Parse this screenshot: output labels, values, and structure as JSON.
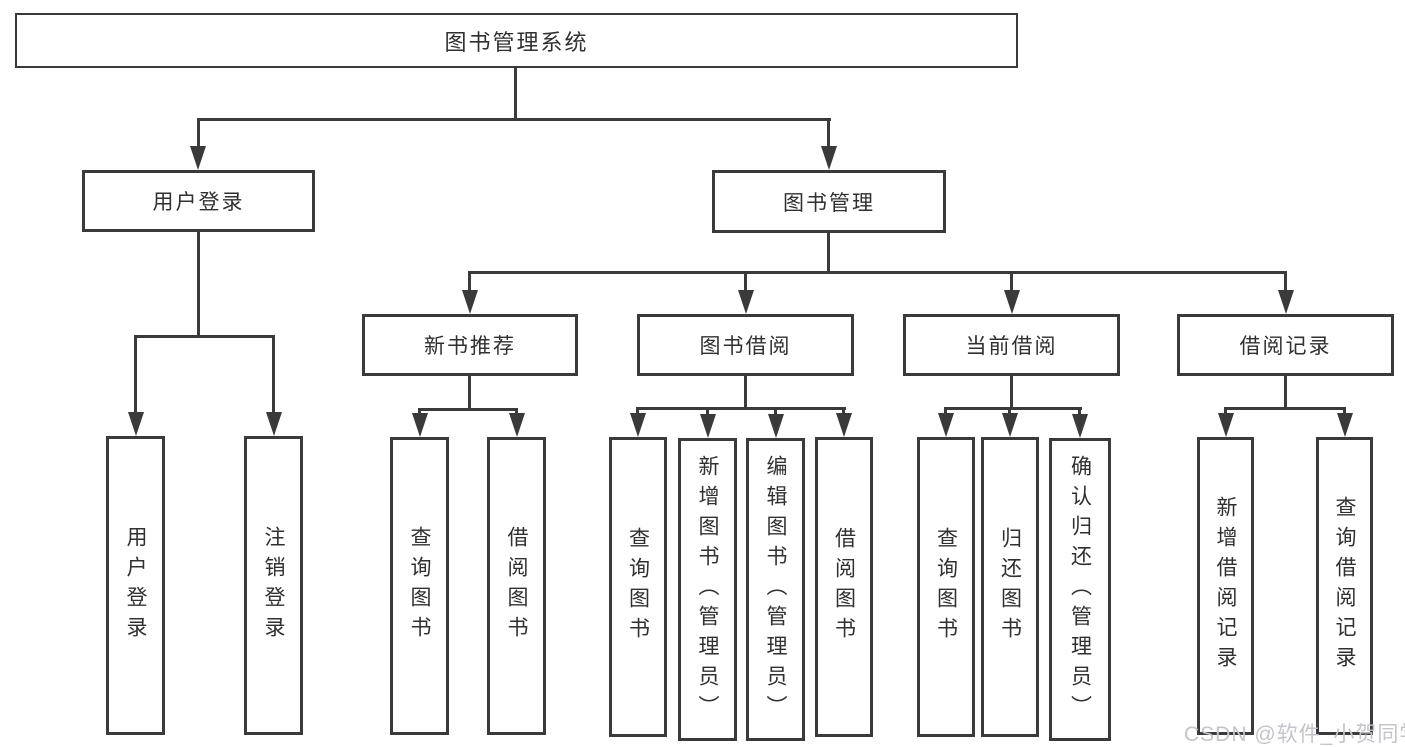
{
  "diagram": {
    "title": "图书管理系统",
    "root": {
      "label": "图书管理系统"
    },
    "user_login": {
      "label": "用户登录",
      "children": [
        {
          "label": "用户登录"
        },
        {
          "label": "注销登录"
        }
      ]
    },
    "book_mgmt": {
      "label": "图书管理"
    },
    "new_book": {
      "label": "新书推荐",
      "children": [
        {
          "label": "查询图书"
        },
        {
          "label": "借阅图书"
        }
      ]
    },
    "borrow": {
      "label": "图书借阅",
      "children": [
        {
          "label": "查询图书"
        },
        {
          "label": "新增图书（管理员）"
        },
        {
          "label": "编辑图书（管理员）"
        },
        {
          "label": "借阅图书"
        }
      ]
    },
    "current": {
      "label": "当前借阅",
      "children": [
        {
          "label": "查询图书"
        },
        {
          "label": "归还图书"
        },
        {
          "label": "确认归还（管理员）"
        }
      ]
    },
    "records": {
      "label": "借阅记录",
      "children": [
        {
          "label": "新增借阅记录"
        },
        {
          "label": "查询借阅记录"
        }
      ]
    }
  },
  "watermark": {
    "text": "CSDN @软件_小贺同学",
    "color": "#c4c4ca"
  },
  "colors": {
    "line": "#3a3a3a",
    "text": "#303030",
    "background": "#ffffff"
  }
}
